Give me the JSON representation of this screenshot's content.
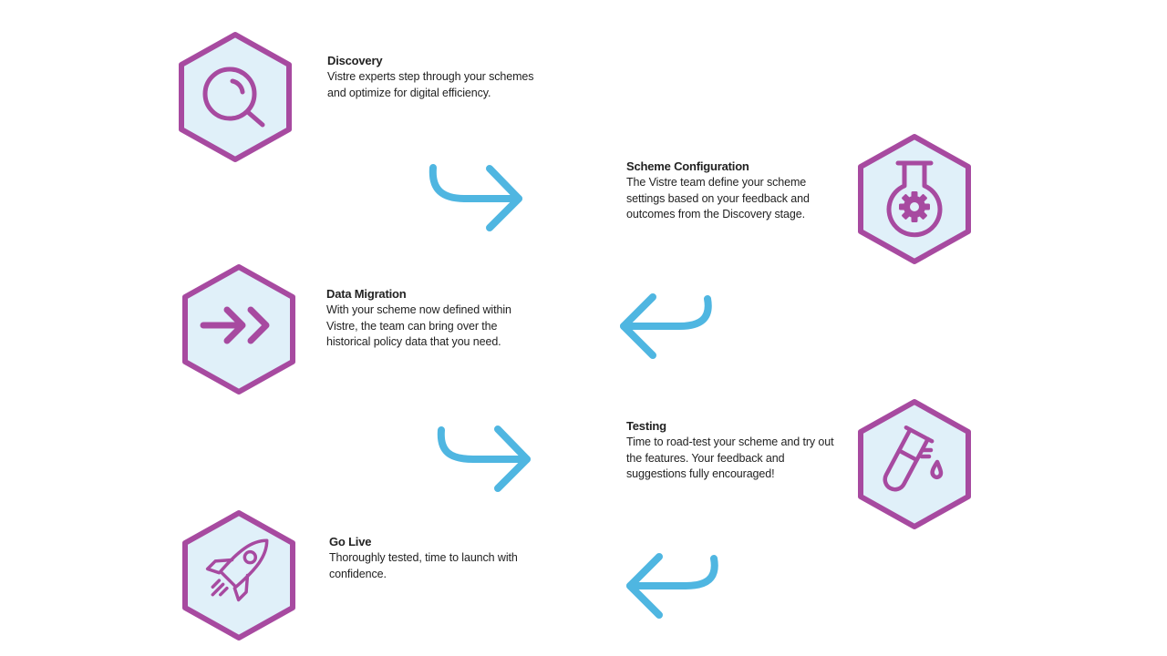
{
  "colors": {
    "accent": "#a74aa0",
    "hex_fill": "#e0f0f9",
    "arrow": "#4fb6e1",
    "text": "#222222"
  },
  "steps": [
    {
      "title": "Discovery",
      "description": "Vistre experts step through your schemes and optimize for digital efficiency.",
      "icon": "magnifier-icon"
    },
    {
      "title": "Scheme Configuration",
      "description": "The Vistre team define your scheme settings based on your feedback and outcomes from the Discovery stage.",
      "icon": "flask-gear-icon"
    },
    {
      "title": "Data Migration",
      "description": "With your scheme now defined within Vistre, the team can bring over the historical policy data that you need.",
      "icon": "double-arrow-icon"
    },
    {
      "title": "Testing",
      "description": "Time to road-test your scheme and try out the features. Your feedback and suggestions fully encouraged!",
      "icon": "test-tube-icon"
    },
    {
      "title": "Go Live",
      "description": "Thoroughly tested, time to launch with confidence.",
      "icon": "rocket-icon"
    }
  ]
}
